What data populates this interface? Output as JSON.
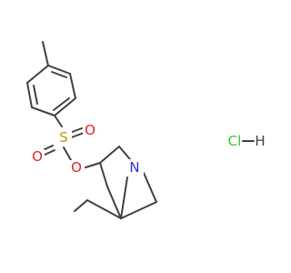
{
  "molecule": {
    "atoms": {
      "sulfur": "S",
      "oxygen_upper": "O",
      "oxygen_lower": "O",
      "oxygen_ester": "O",
      "nitrogen": "N",
      "chlorine": "Cl",
      "hydrogen": "H"
    },
    "colors": {
      "bond": "#404040",
      "oxygen": "#e8231f",
      "sulfur": "#b8a000",
      "nitrogen": "#2b33d8",
      "chlorine": "#3fbf33",
      "hydrogen": "#404040"
    }
  }
}
